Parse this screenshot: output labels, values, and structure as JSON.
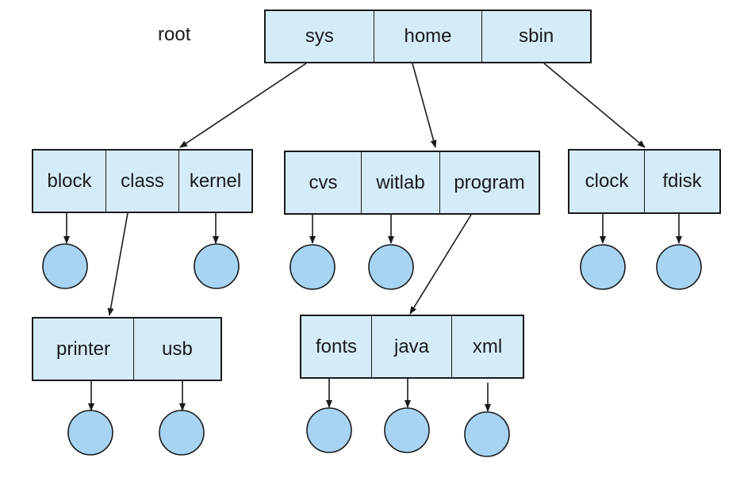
{
  "root_label": "root",
  "colors": {
    "cell_fill": "#d4ecf8",
    "leaf_fill": "#a6d4f2",
    "stroke": "#1a1a1a"
  },
  "nodes": {
    "root": {
      "entries": [
        "sys",
        "home",
        "sbin"
      ]
    },
    "sys": {
      "entries": [
        "block",
        "class",
        "kernel"
      ]
    },
    "home": {
      "entries": [
        "cvs",
        "witlab",
        "program"
      ]
    },
    "sbin": {
      "entries": [
        "clock",
        "fdisk"
      ]
    },
    "class": {
      "entries": [
        "printer",
        "usb"
      ]
    },
    "program": {
      "entries": [
        "fonts",
        "java",
        "xml"
      ]
    }
  }
}
